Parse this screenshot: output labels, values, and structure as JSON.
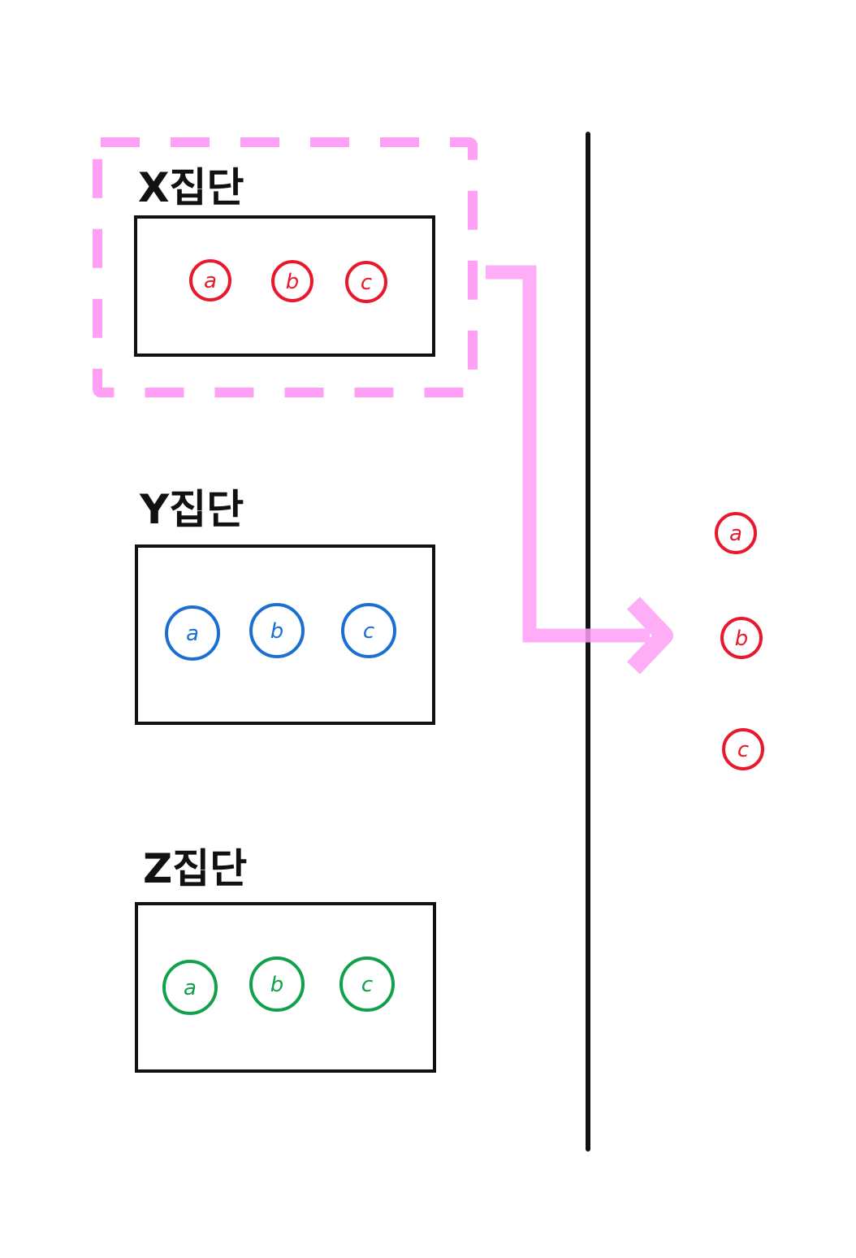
{
  "colors": {
    "ink": "#111111",
    "highlight": "#ff9ff6",
    "group_x": "#e8192c",
    "group_y": "#1a6fd1",
    "group_z": "#12a04a"
  },
  "groups": [
    {
      "id": "x",
      "label": "X집단",
      "members": [
        "a",
        "b",
        "c"
      ]
    },
    {
      "id": "y",
      "label": "Y집단",
      "members": [
        "a",
        "b",
        "c"
      ]
    },
    {
      "id": "z",
      "label": "Z집단",
      "members": [
        "a",
        "b",
        "c"
      ]
    }
  ],
  "selected_group": "x",
  "sample": {
    "members": [
      "a",
      "b",
      "c"
    ]
  }
}
